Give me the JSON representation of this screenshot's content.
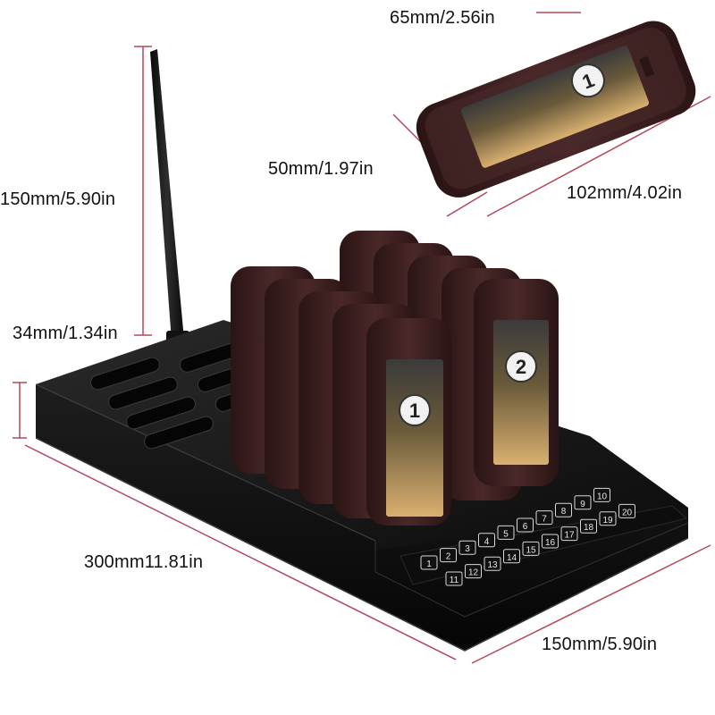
{
  "dimensions": {
    "pager_width": "65mm/2.56in",
    "pager_depth": "50mm/1.97in",
    "pager_length": "102mm/4.02in",
    "antenna_height": "150mm/5.90in",
    "base_height": "34mm/1.34in",
    "base_length": "300mm11.81in",
    "base_width": "150mm/5.90in"
  },
  "pager": {
    "front_number_a": "1",
    "front_number_b": "2"
  },
  "keypad": {
    "keys": [
      "1",
      "2",
      "3",
      "4",
      "5",
      "6",
      "7",
      "8",
      "9",
      "10",
      "11",
      "12",
      "13",
      "14",
      "15",
      "16",
      "17",
      "18",
      "19",
      "20"
    ]
  },
  "colors": {
    "dimension_line": "#b5485a",
    "base_body": "#151515",
    "pager_shell": "#3a1e1e",
    "pager_screen": "#c9a978",
    "keypad_panel": "#0d0d0d",
    "key_outline": "#d8d8d8"
  }
}
